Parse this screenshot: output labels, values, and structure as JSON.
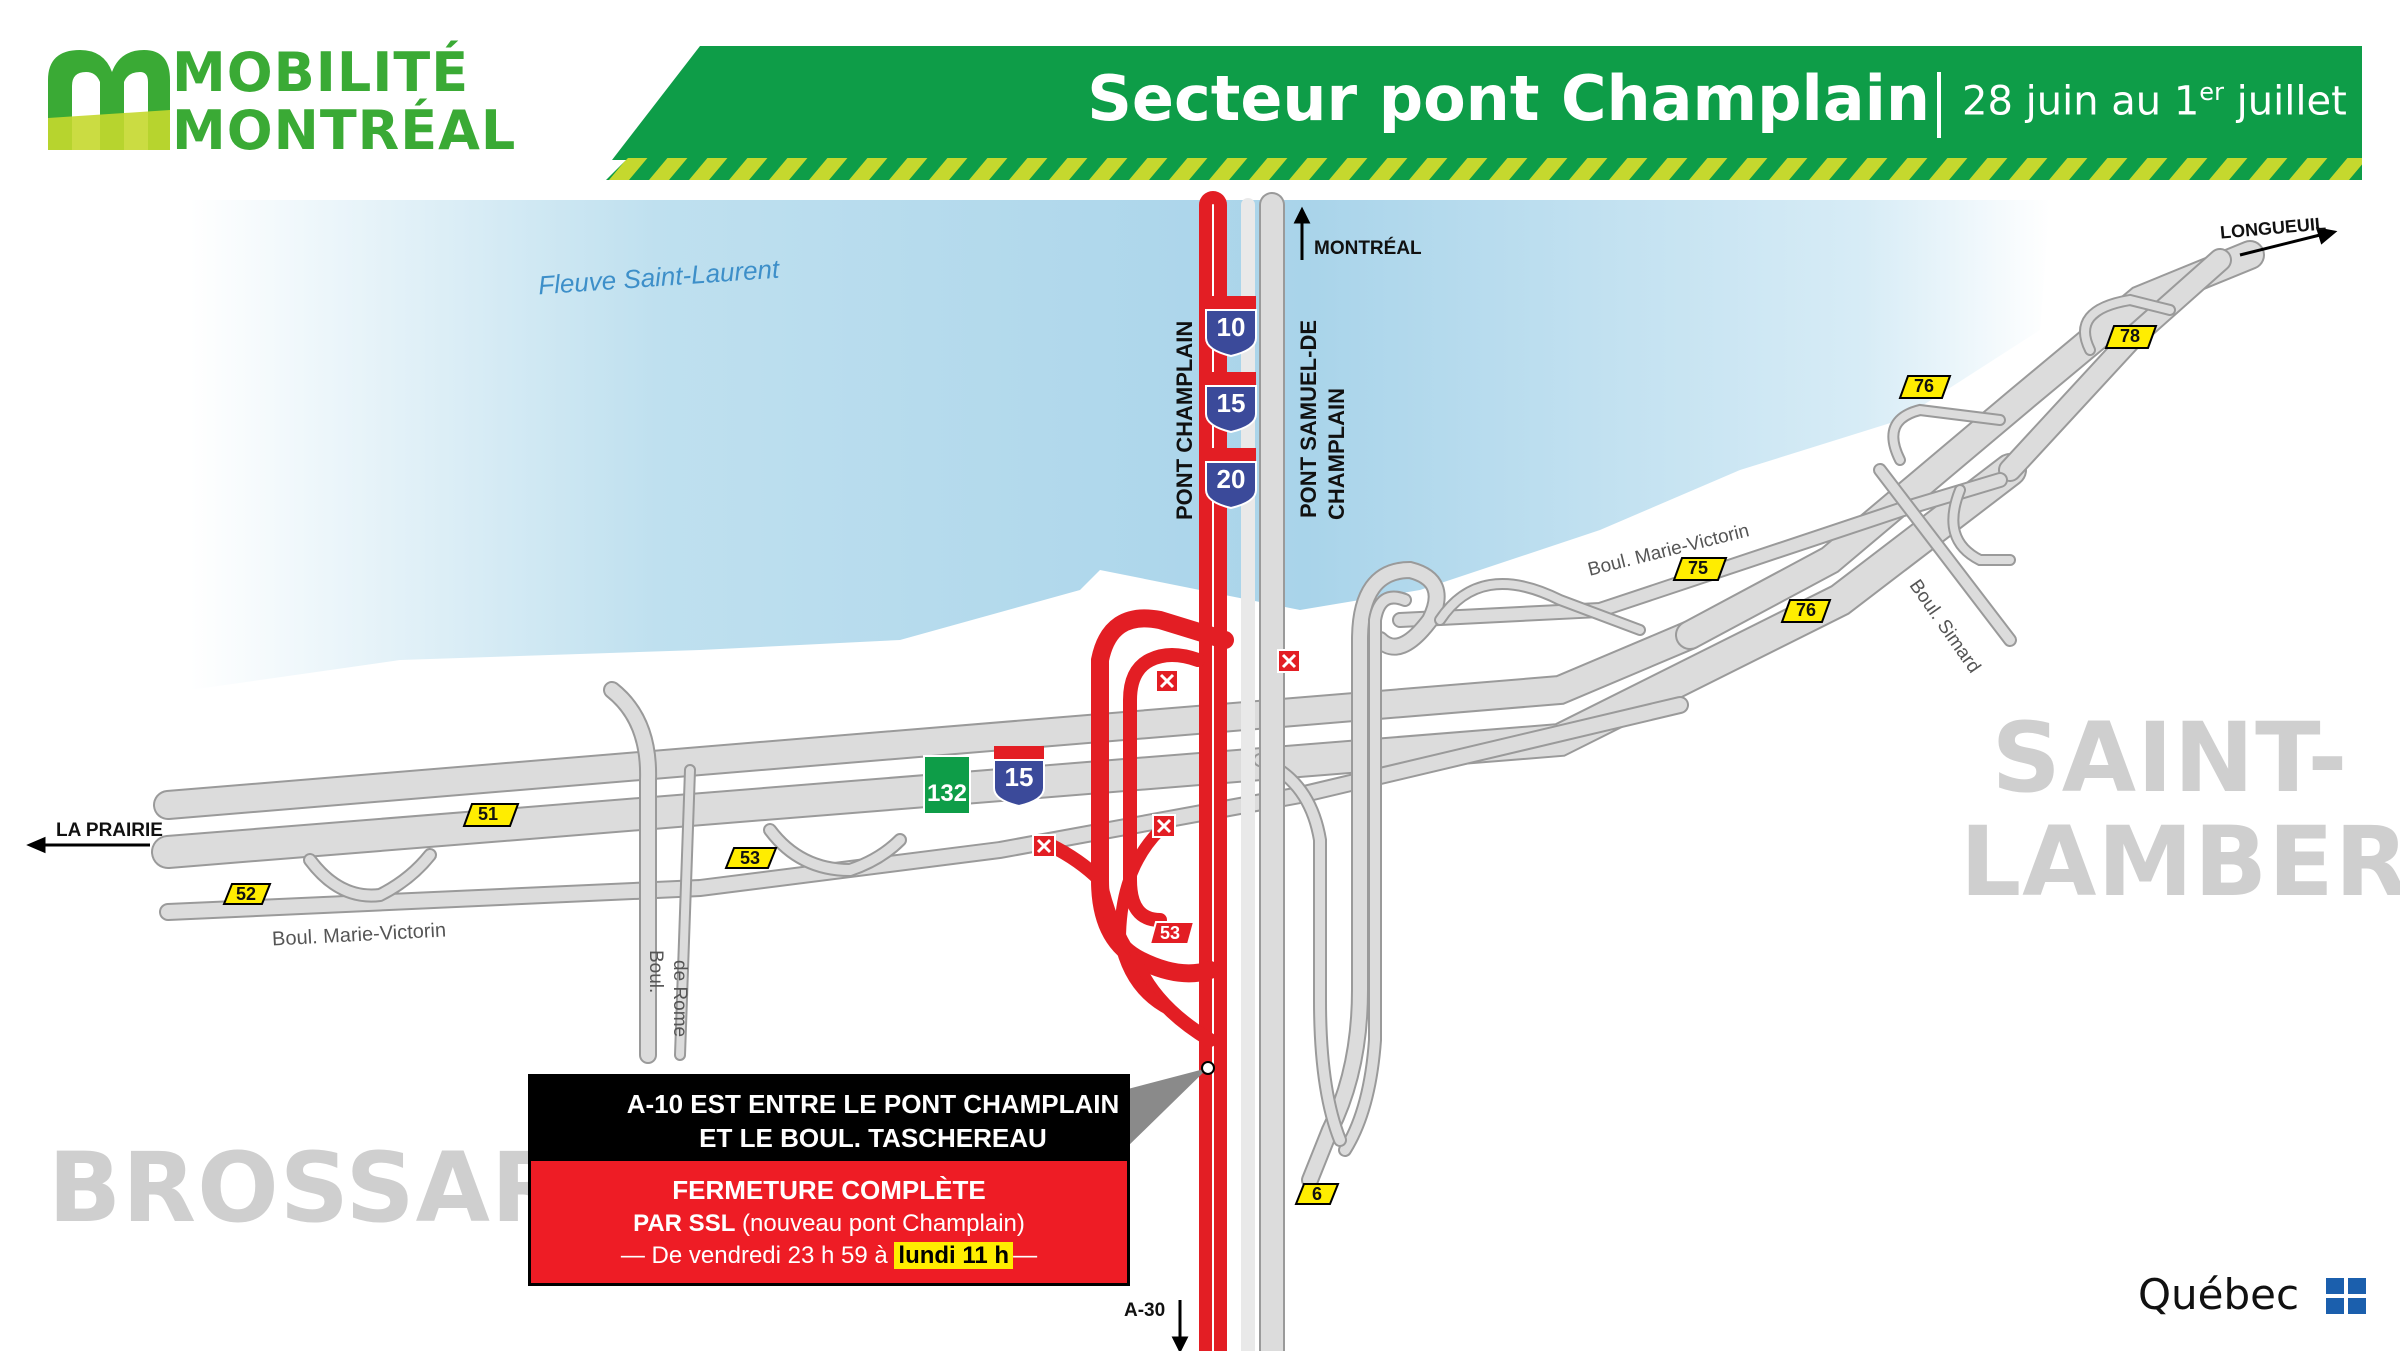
{
  "header": {
    "logo_line1": "MOBILITÉ",
    "logo_line2": "MONTRÉAL",
    "title": "Secteur pont Champlain",
    "date_main": "28 juin au 1",
    "date_sup": "er",
    "date_end": " juillet"
  },
  "map": {
    "river": "Fleuve Saint-Laurent",
    "bridge_old": "PONT CHAMPLAIN",
    "bridge_new_1": "PONT SAMUEL-DE",
    "bridge_new_2": "CHAMPLAIN",
    "dir_montreal": "MONTRÉAL",
    "dir_longueuil": "LONGUEUIL",
    "dir_laprairie": "LA PRAIRIE",
    "dir_a30": "A-30",
    "city_saint_lambert_1": "SAINT-",
    "city_saint_lambert_2": "LAMBERT",
    "city_brossard": "BROSSARD",
    "street_marie_victorin_w": "Boul. Marie-Victorin",
    "street_marie_victorin_e": "Boul. Marie-Victorin",
    "street_de_rome_1": "Boul.",
    "street_de_rome_2": "de Rome",
    "street_simard": "Boul. Simard",
    "shields": {
      "a10": "10",
      "a15": "15",
      "a20": "20",
      "a15b": "15",
      "r132": "132"
    },
    "exits": {
      "e51": "51",
      "e52": "52",
      "e53": "53",
      "e53red": "53",
      "e75": "75",
      "e76a": "76",
      "e76b": "76",
      "e78": "78",
      "e6": "6"
    }
  },
  "notice": {
    "route_line1": "A-10 EST ENTRE LE PONT CHAMPLAIN",
    "route_line2": "ET LE BOUL. TASCHEREAU",
    "closure": "FERMETURE COMPLÈTE",
    "by": "PAR SSL",
    "by_detail": " (nouveau pont Champlain)",
    "when_prefix": "— De vendredi 23 h 59 à ",
    "when_highlight": "lundi 11 h",
    "when_suffix": "—"
  },
  "footer": {
    "gov": "Québec"
  },
  "colors": {
    "green": "#0e9d48",
    "lime": "#c5d82e",
    "red": "#e31e24",
    "road": "#d9d9d9",
    "yellow": "#ffed00",
    "blue": "#3b4a9a"
  }
}
